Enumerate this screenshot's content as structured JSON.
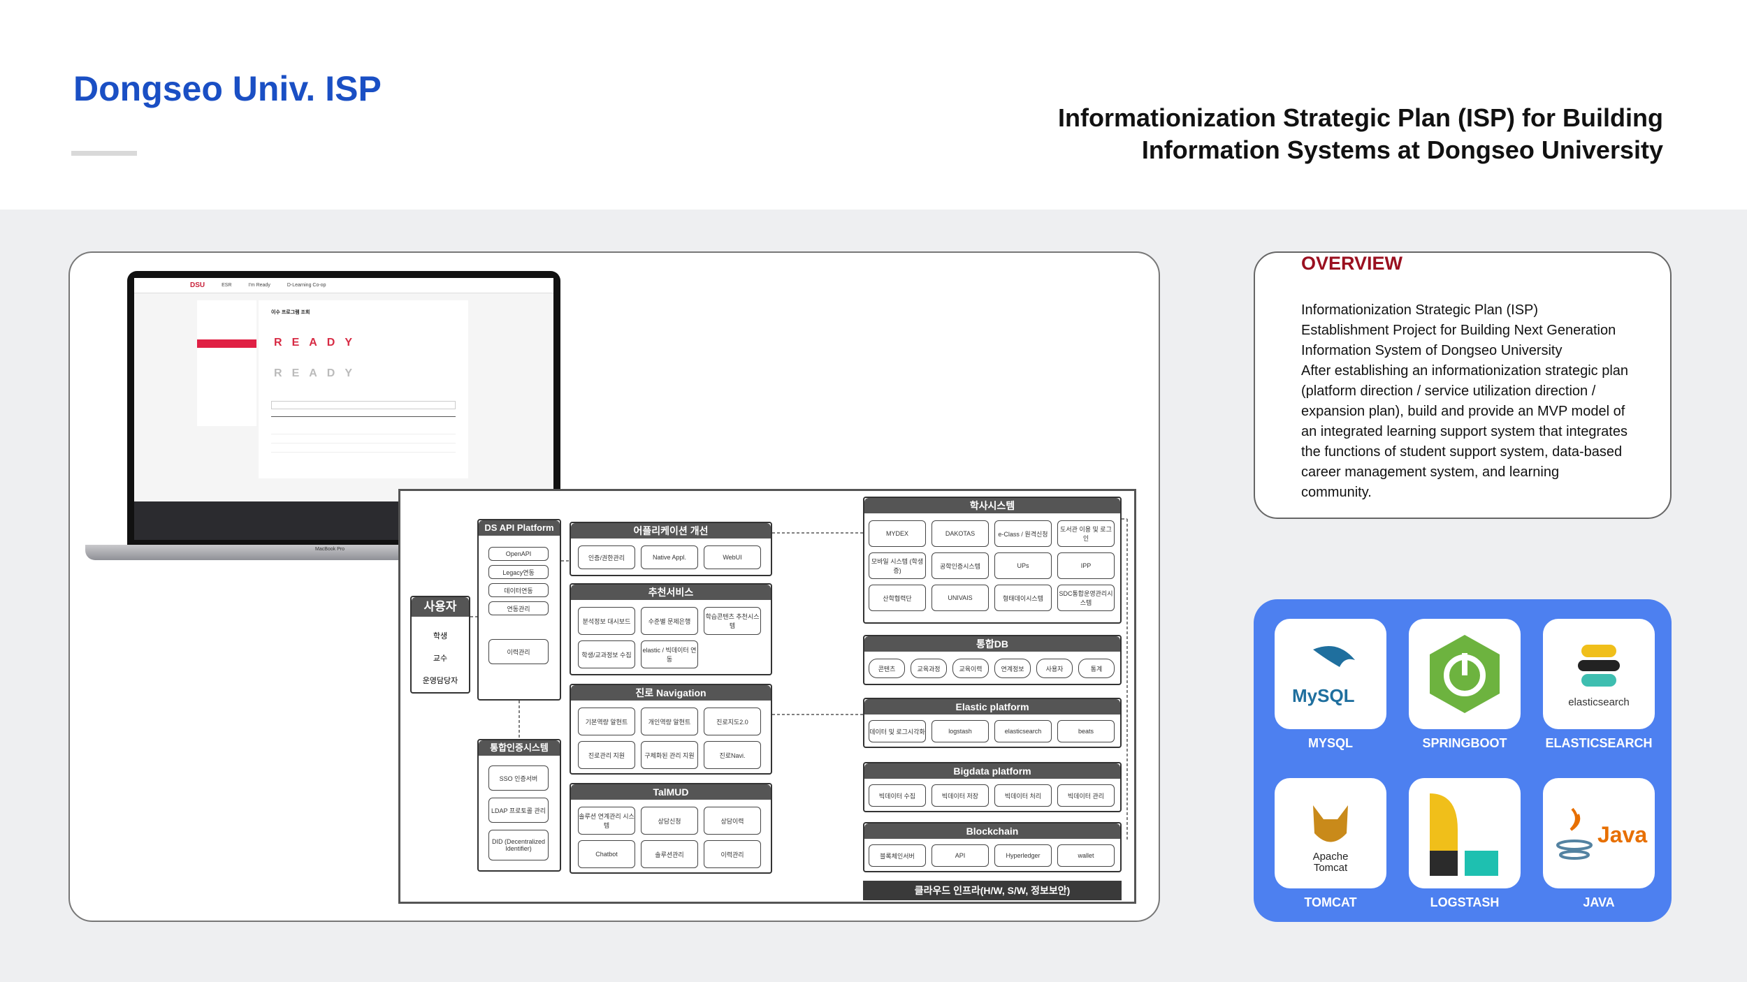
{
  "header": {
    "title": "Dongseo Univ. ISP",
    "subtitle_line1": "Informationization Strategic Plan (ISP) for Building",
    "subtitle_line2": "Information Systems at Dongseo University"
  },
  "laptop": {
    "logo": "DSU",
    "nav": [
      "ESR",
      "I'm Ready",
      "D-Learning Co-op"
    ],
    "page_heading": "이수 프로그램 조회",
    "ready_letters": [
      "R",
      "E",
      "A",
      "D",
      "Y"
    ],
    "brand": "MacBook Pro"
  },
  "diagram": {
    "user_group": "사용자",
    "users": [
      "학생",
      "교수",
      "운영담당자"
    ],
    "api_platform": "DS API Platform",
    "api_items": [
      "OpenAPI",
      "Legacy연동",
      "데이터연동",
      "연동관리",
      "이력관리"
    ],
    "auth_system": "통합인증시스템",
    "auth_items": [
      "SSO 인증서버",
      "LDAP 프로토콜 관리",
      "DID (Decentralized Identifier)"
    ],
    "app_improve": "어플리케이션 개선",
    "app_items": [
      "인증/권한관리",
      "Native Appl.",
      "WebUI"
    ],
    "recommend": "추천서비스",
    "recommend_items": [
      "분석정보 대시보드",
      "수준별 문제은행",
      "학습콘텐츠 추천시스템",
      "학생/교과정보 수집",
      "elastic / 빅데이터 연동"
    ],
    "navigation": "진로 Navigation",
    "navigation_items": [
      "기본역량 알현트",
      "개인역량 알현트",
      "진로지도2.0",
      "진로관리 지원",
      "구체화된 관리 지원",
      "진로Navi."
    ],
    "talmud": "TalMUD",
    "talmud_items": [
      "솔루션 연계관리 시스템",
      "상담신청",
      "상담이력",
      "Chatbot",
      "솔루션관리",
      "이력관리"
    ],
    "academic": "학사시스템",
    "academic_items": [
      "MYDEX",
      "DAKOTAS",
      "e-Class / 원격신청",
      "도서관 이용 및 로그인",
      "모바일 시스템 (학생증)",
      "공학인증시스템",
      "UPs",
      "IPP",
      "산학협력단",
      "UNIVAIS",
      "형태데이시스템",
      "SDC통합운영관리시스템"
    ],
    "integrated_db": "통합DB",
    "db_items": [
      "콘텐츠",
      "교육과정",
      "교육이력",
      "연계정보",
      "사용자",
      "통계"
    ],
    "elastic": "Elastic platform",
    "elastic_items": [
      "데이터 및 로그시각화",
      "logstash",
      "elasticsearch",
      "beats"
    ],
    "bigdata": "Bigdata platform",
    "bigdata_items": [
      "빅데이터 수집",
      "빅데이터 저장",
      "빅데이터 처리",
      "빅데이터 관리"
    ],
    "blockchain": "Blockchain",
    "blockchain_items": [
      "블록체인서버",
      "API",
      "Hyperledger",
      "wallet"
    ],
    "cloud": "클라우드 인프라(H/W, S/W, 정보보안)"
  },
  "overview": {
    "heading": "OVERVIEW",
    "para1": "Informationization Strategic Plan (ISP) Establishment Project for Building Next Generation Information System of Dongseo University",
    "para2": "After establishing an informationization strategic plan (platform direction / service utilization direction / expansion plan), build and provide an MVP model of an integrated learning support system that integrates the functions of student support system, data-based career management system, and learning community."
  },
  "tech": {
    "items": [
      {
        "label": "MYSQL",
        "logo_text": "MySQL",
        "icon": "mysql-icon"
      },
      {
        "label": "SPRINGBOOT",
        "logo_text": "",
        "icon": "springboot-icon"
      },
      {
        "label": "ELASTICSEARCH",
        "logo_text": "elasticsearch",
        "icon": "elasticsearch-icon"
      },
      {
        "label": "TOMCAT",
        "logo_text": "Apache Tomcat",
        "icon": "tomcat-icon"
      },
      {
        "label": "LOGSTASH",
        "logo_text": "",
        "icon": "logstash-icon"
      },
      {
        "label": "JAVA",
        "logo_text": "Java",
        "icon": "java-icon"
      }
    ]
  }
}
